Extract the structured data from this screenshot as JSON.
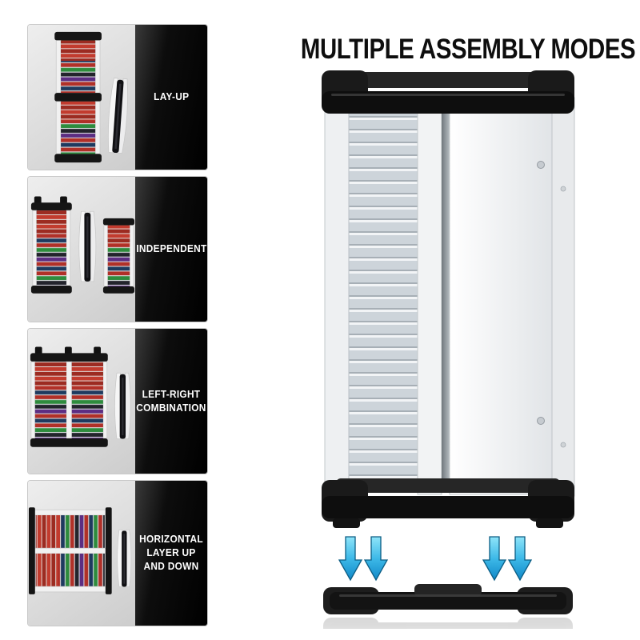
{
  "title": "MULTIPLE ASSEMBLY MODES",
  "panels": [
    {
      "label": "LAY-UP",
      "thumbnail": "lay-up-stacked-tower-with-console"
    },
    {
      "label": "INDEPENDENT",
      "thumbnail": "two-separate-towers-with-console"
    },
    {
      "label": "LEFT-RIGHT COMBINATION",
      "thumbnail": "side-by-side-combined-towers-with-console"
    },
    {
      "label": "HORIZONTAL LAYER UP AND DOWN",
      "thumbnail": "horizontal-stacked-layers-with-console"
    }
  ],
  "illustration": {
    "name": "empty-game-storage-tower-with-detachable-base",
    "arrow_count": 4
  },
  "colors": {
    "background": "#ffffff",
    "panel_image_bg": "#dedede",
    "panel_label_bg": "#000000",
    "panel_label_text": "#ffffff",
    "title_text": "#0e0e0e",
    "arrow": "#1e9ad2",
    "game_red": "#b03028",
    "game_navy": "#1e3a5f",
    "game_green": "#2e8b3d",
    "frame_black": "#141414",
    "shelf_gray": "#cdd4da"
  }
}
